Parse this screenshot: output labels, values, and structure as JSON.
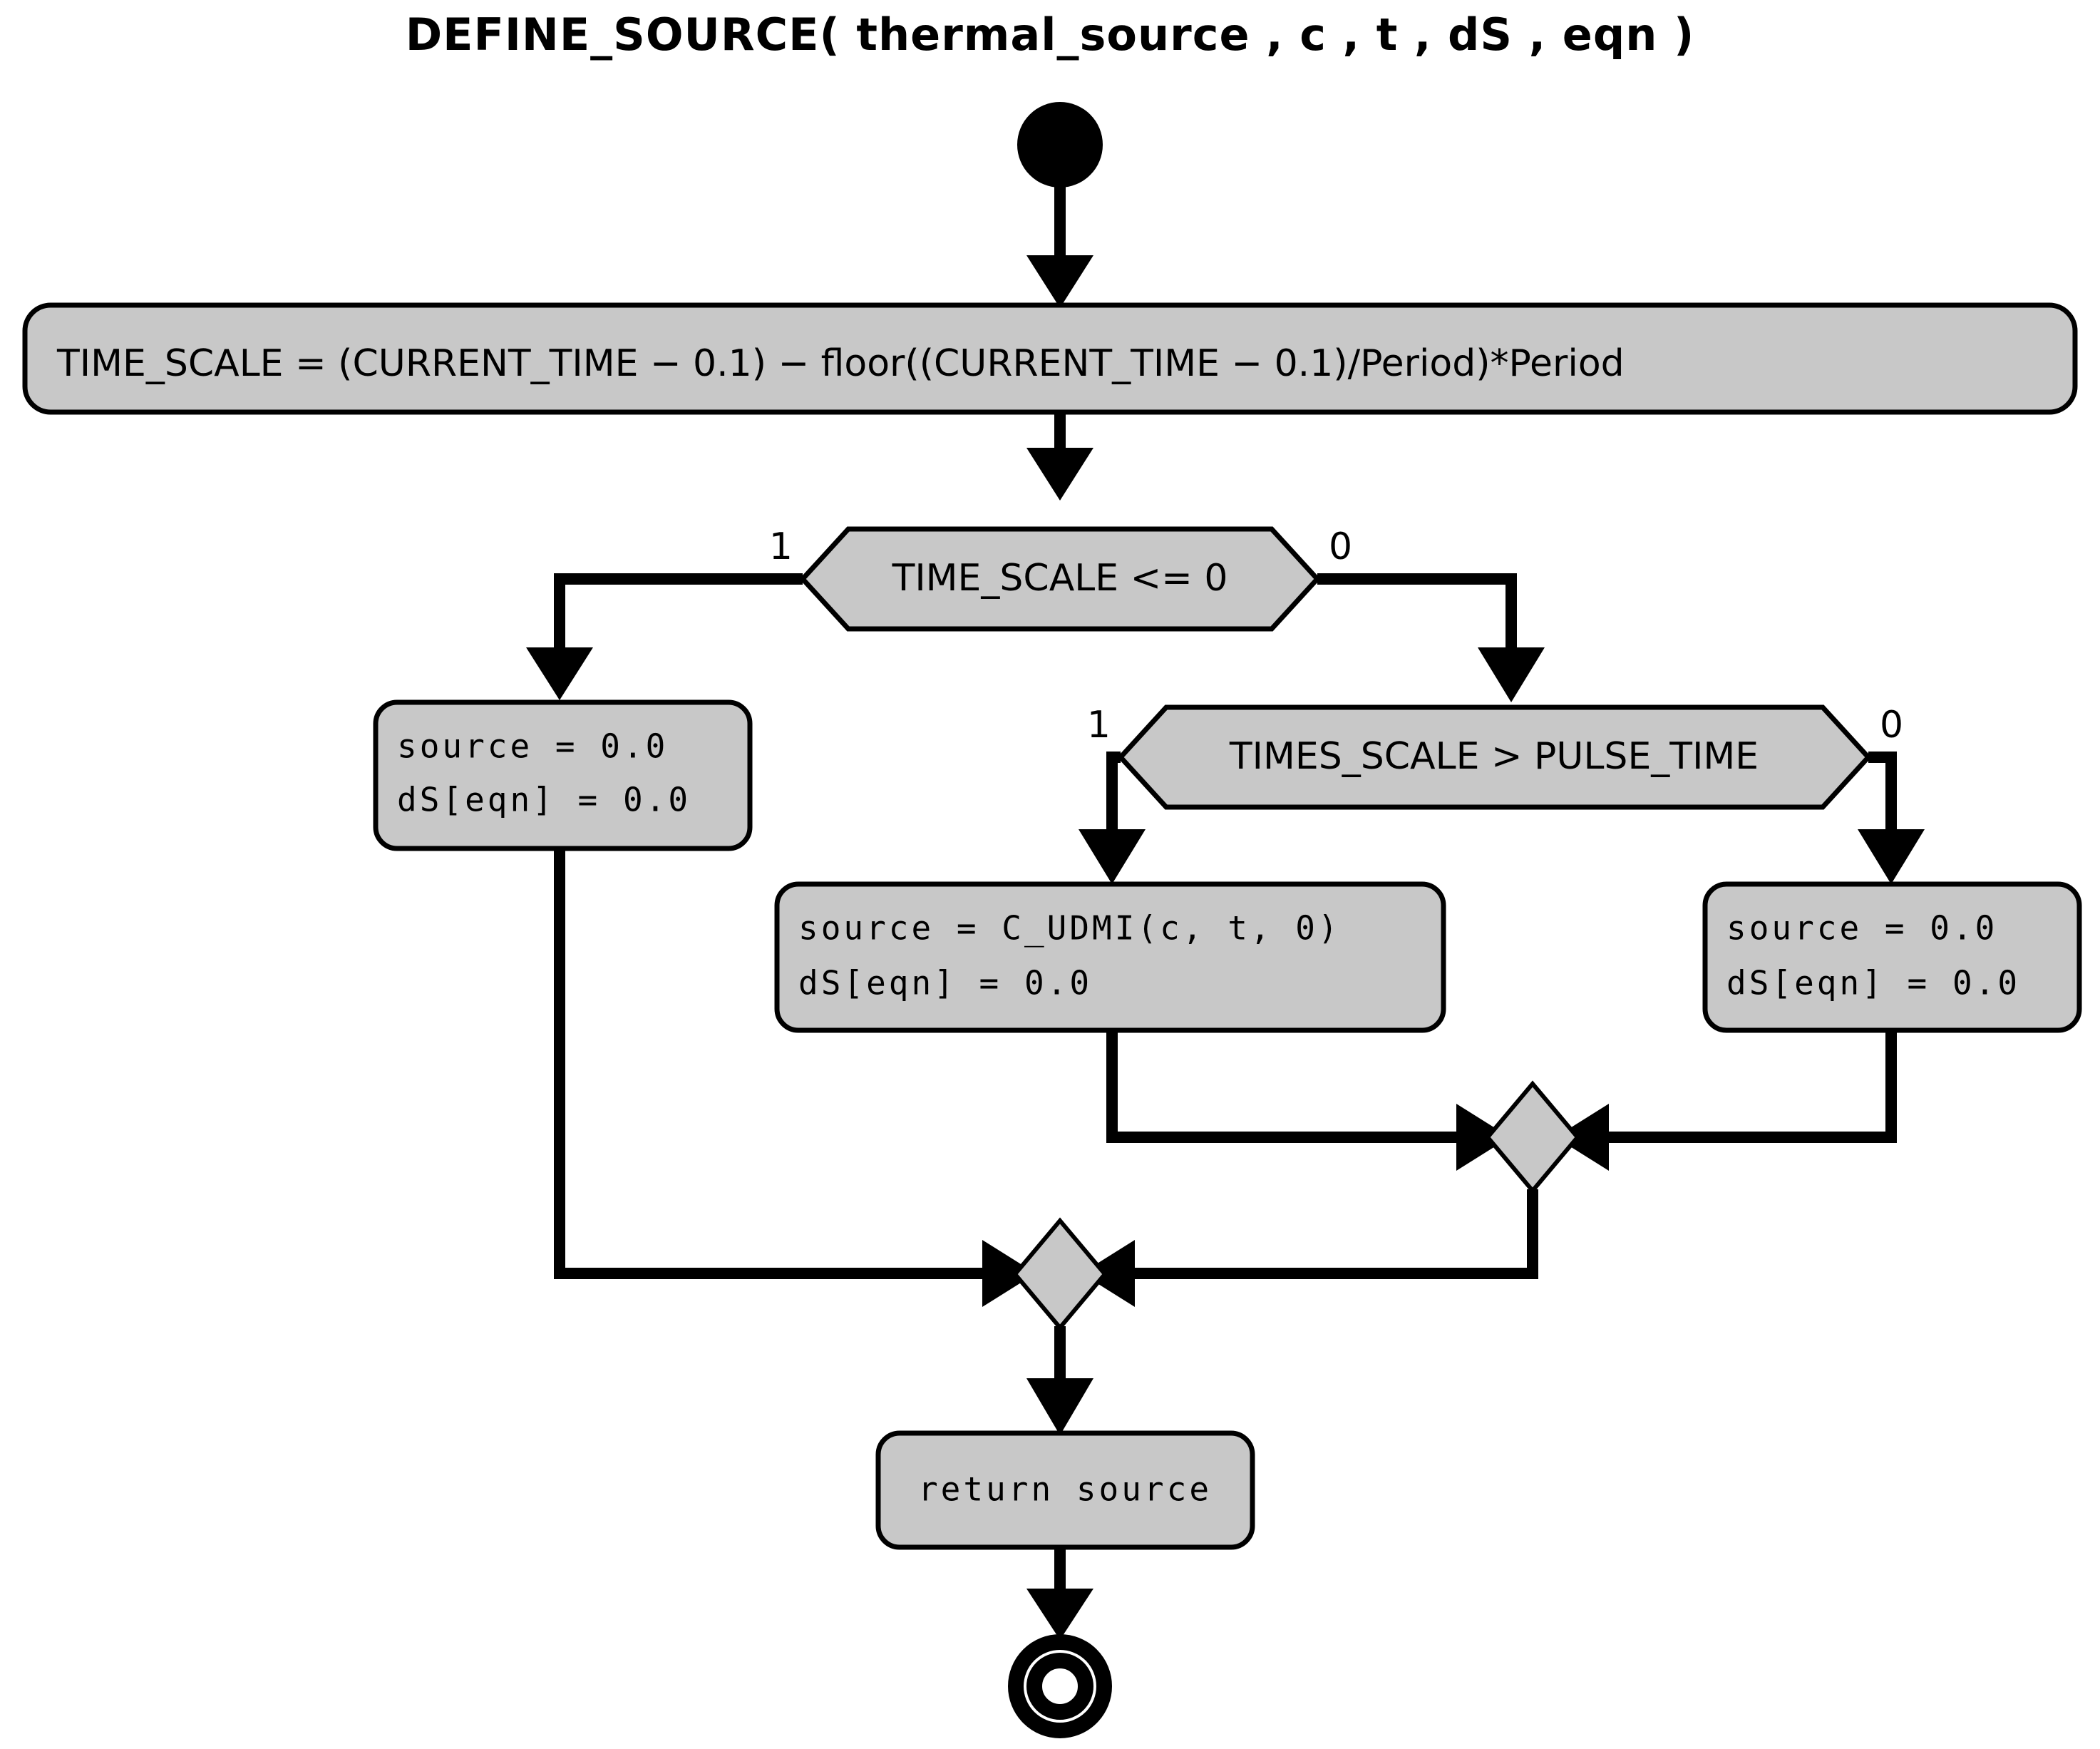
{
  "diagram": {
    "type": "activity-flowchart",
    "title": "DEFINE_SOURCE( thermal_source , c , t , dS , eqn )",
    "colors": {
      "node_fill": "#c8c8c8",
      "stroke": "#000000",
      "background": "#ffffff"
    },
    "nodes": {
      "start": {
        "kind": "initial-node",
        "label": ""
      },
      "assign_time_scale": {
        "kind": "action",
        "text": "TIME_SCALE = (CURRENT_TIME − 0.1) − floor((CURRENT_TIME − 0.1)/Period)*Period"
      },
      "decision_time_scale": {
        "kind": "decision",
        "text": "TIME_SCALE <= 0",
        "true_label": "1",
        "false_label": "0"
      },
      "action_zero_left": {
        "kind": "action",
        "line1": "source = 0.0",
        "line2": "dS[eqn] = 0.0"
      },
      "decision_pulse_time": {
        "kind": "decision",
        "text": "TIMES_SCALE > PULSE_TIME",
        "true_label": "1",
        "false_label": "0"
      },
      "action_udmi": {
        "kind": "action",
        "line1": "source = C_UDMI(c, t, 0)",
        "line2": "dS[eqn] = 0.0"
      },
      "action_zero_right": {
        "kind": "action",
        "line1": "source = 0.0",
        "line2": "dS[eqn] = 0.0"
      },
      "merge_inner": {
        "kind": "merge-node",
        "label": ""
      },
      "merge_outer": {
        "kind": "merge-node",
        "label": ""
      },
      "action_return": {
        "kind": "action",
        "text": "return  source"
      },
      "end": {
        "kind": "final-node",
        "label": ""
      }
    }
  }
}
